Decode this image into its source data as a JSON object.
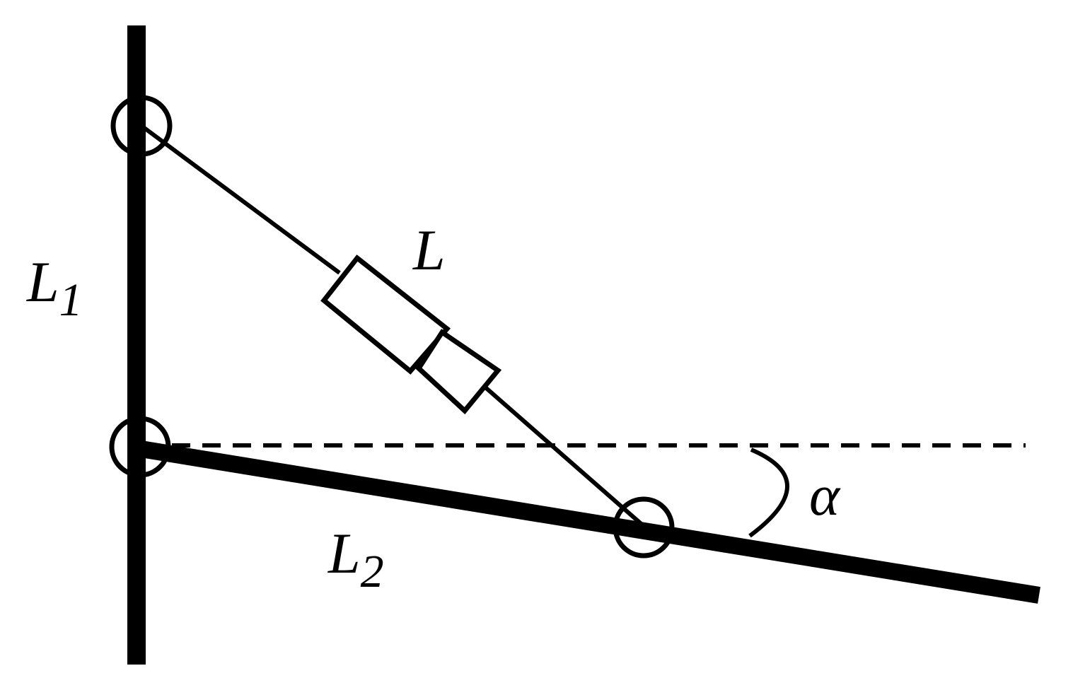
{
  "labels": {
    "l1": {
      "main": "L",
      "sub": "1"
    },
    "l": {
      "main": "L"
    },
    "l2": {
      "main": "L",
      "sub": "2"
    },
    "alpha": {
      "main": "α"
    }
  },
  "colors": {
    "ink": "#000000",
    "background": "#ffffff"
  }
}
